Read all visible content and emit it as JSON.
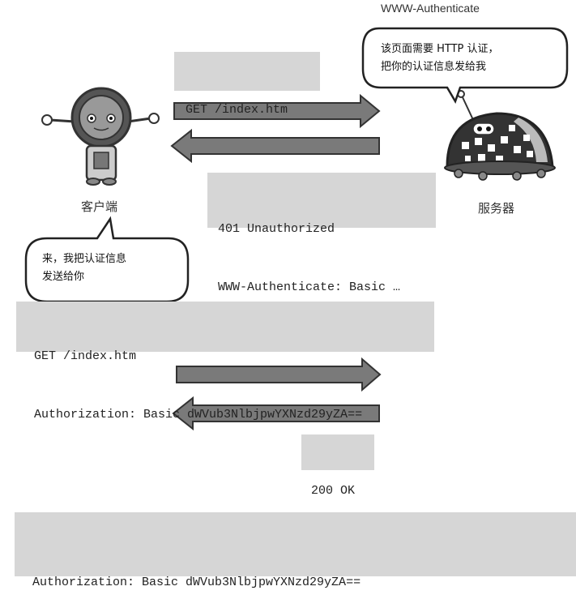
{
  "header": {
    "title": "WWW-Authenticate"
  },
  "step1": {
    "request": "GET /index.htm",
    "response_line1": "401 Unauthorized",
    "response_line2": "WWW-Authenticate: Basic …"
  },
  "server_bubble": {
    "line1": "该页面需要 HTTP 认证，",
    "line2": "把你的认证信息发给我"
  },
  "labels": {
    "client": "客户端",
    "server": "服务器"
  },
  "client_bubble": {
    "line1": "来，我把认证信息",
    "line2": "发送给你"
  },
  "step2": {
    "request_line1": "GET /index.htm",
    "request_line2": "Authorization: Basic dWVub3NlbjpwYXNzd29yZA==",
    "response": "200 OK"
  },
  "footer": {
    "text": "Authorization: Basic dWVub3NlbjpwYXNzd29yZA=="
  },
  "colors": {
    "arrow": "#7a7a7a",
    "box": "#d6d6d6"
  }
}
